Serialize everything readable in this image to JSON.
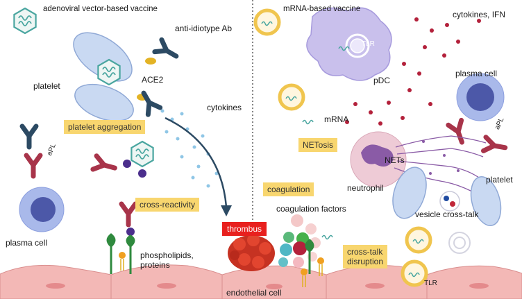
{
  "labels": {
    "adenoviral": "adenoviral vector-based vaccine",
    "anti_idiotype": "anti-idiotype Ab",
    "ace2": "ACE2",
    "platelet_left": "platelet",
    "cytokines": "cytokines",
    "platelet_aggregation": "platelet aggregation",
    "apl_left": "aPL",
    "cross_reactivity": "cross-reactivity",
    "plasma_cell_left": "plasma cell",
    "phospholipids_1": "phospholipids,",
    "phospholipids_2": "proteins",
    "thrombus": "thrombus",
    "endothelial": "endothelial cell",
    "mrna_vaccine": "mRNA-based vaccine",
    "tlr_top": "TLR",
    "cytokines_ifn": "cytokines, IFN",
    "pdc": "pDC",
    "plasma_cell_right": "plasma cell",
    "mrna": "mRNA",
    "netosis": "NETosis",
    "nets": "NETs",
    "apl_right": "aPL",
    "coagulation": "coagulation",
    "neutrophil": "neutrophil",
    "platelet_right": "platelet",
    "coagulation_factors": "coagulation factors",
    "vesicle_crosstalk": "vesicle cross-talk",
    "crosstalk_1": "cross-talk",
    "crosstalk_2": "disruption",
    "tlr_bottom": "TLR"
  },
  "colors": {
    "highlight_box": "#f8d66f",
    "thrombus_box": "#e8201e",
    "platelet": "#c9d9f2",
    "plasma_cell": "#a9b9ea",
    "pdc": "#c9c0ec",
    "neutrophil": "#eecbd6",
    "endothelium": "#f3b8b6",
    "antibody_navy": "#2c4a63",
    "apl_red": "#a8344a",
    "vesicle_gold": "#f0c54e",
    "cytokine_blue": "#8fc6e6",
    "cytokine_red": "#b3213b"
  }
}
